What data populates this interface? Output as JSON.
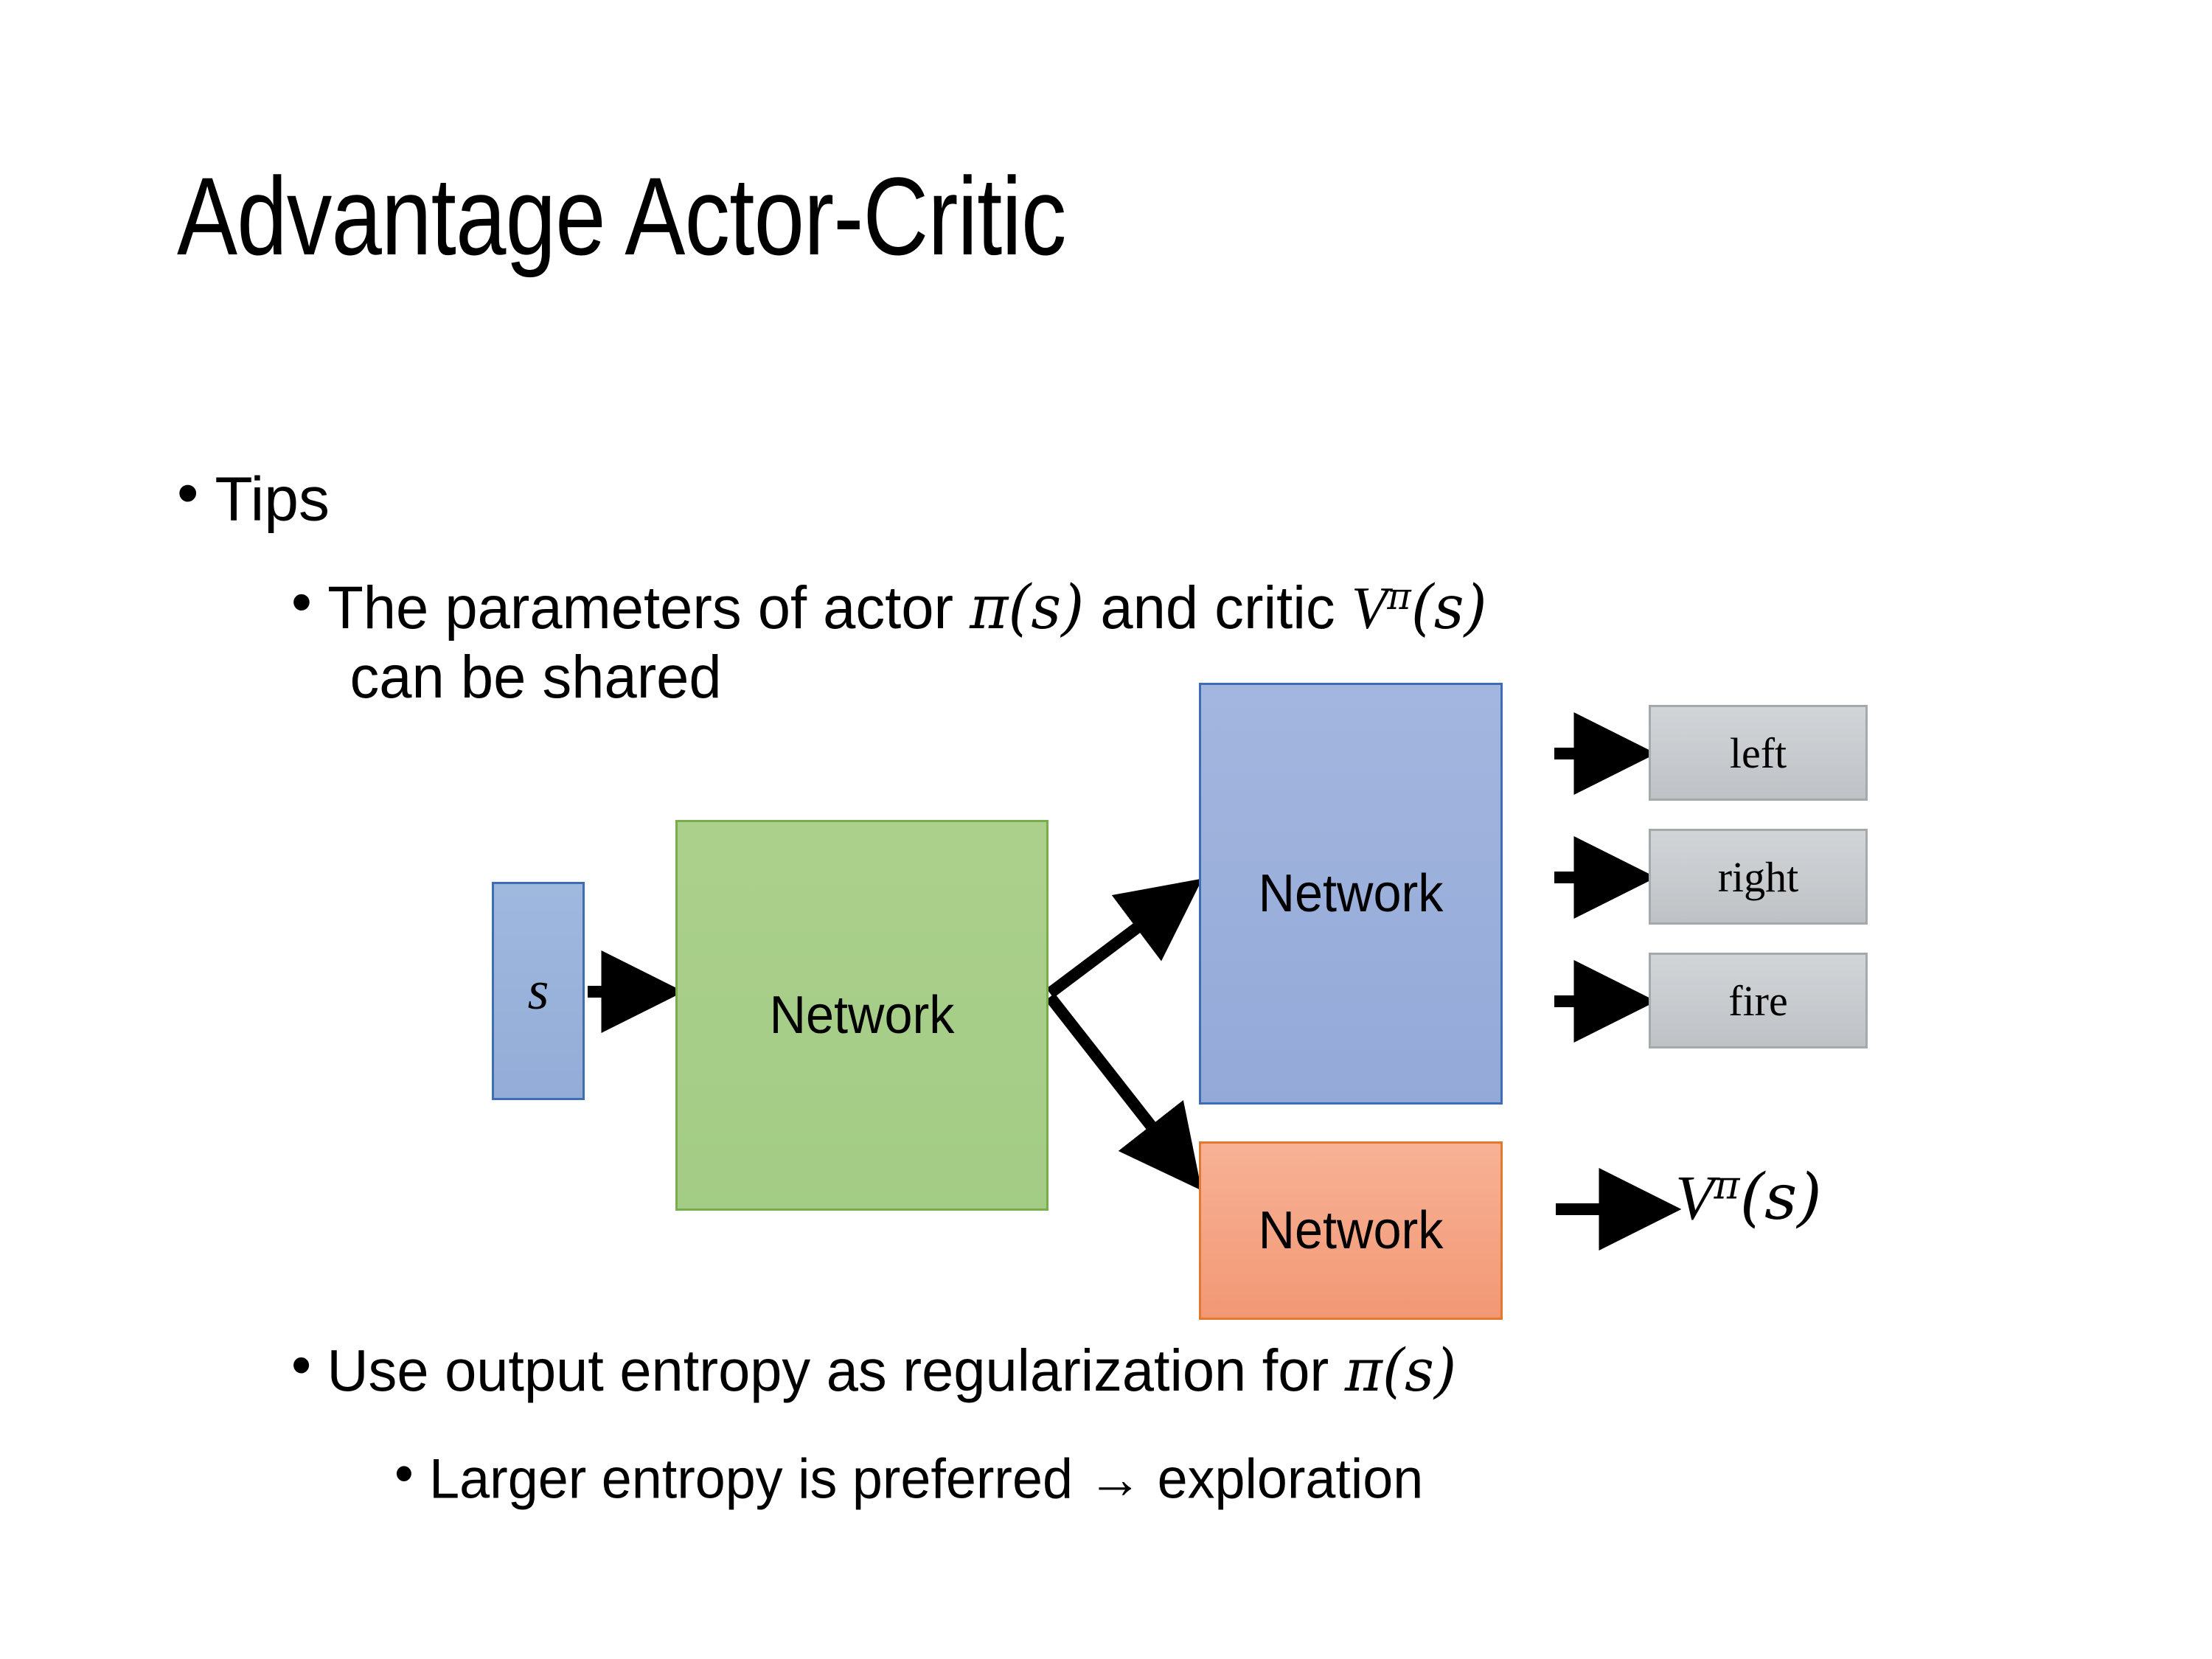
{
  "slide": {
    "title": "Advantage Actor-Critic",
    "background": "#ffffff"
  },
  "bullets": [
    {
      "level": 1,
      "marker": "•",
      "text": "Tips"
    },
    {
      "level": 2,
      "marker": "•",
      "line1_prefix": "The parameters of actor ",
      "math_actor": "π(s)",
      "line1_middle": "  and critic ",
      "math_critic_base": "V",
      "math_critic_sup": "π",
      "math_critic_arg": "(s)",
      "line2": "can be shared"
    },
    {
      "level": 2,
      "marker": "•",
      "text_prefix": "Use output entropy as regularization for ",
      "math": "π(s)"
    },
    {
      "level": 3,
      "marker": "•",
      "text": "Larger entropy is preferred → exploration"
    }
  ],
  "diagram": {
    "input_node": {
      "label": "s",
      "fill": "#97AFD9",
      "stroke": "#3F6DB4"
    },
    "shared_node": {
      "label": "Network",
      "fill": "#A6CE88",
      "stroke": "#77AD4C"
    },
    "actor_node": {
      "label": "Network",
      "fill": "#9AAEDA",
      "stroke": "#3F6DB4"
    },
    "critic_node": {
      "label": "Network",
      "fill": "#F4A384",
      "stroke": "#E2792F"
    },
    "actions": [
      {
        "label": "left",
        "fill": "#C8CBCE",
        "stroke": "#A5A9AC"
      },
      {
        "label": "right",
        "fill": "#C8CBCE",
        "stroke": "#A5A9AC"
      },
      {
        "label": "fire",
        "fill": "#C8CBCE",
        "stroke": "#A5A9AC"
      }
    ],
    "critic_output": {
      "base": "V",
      "superscript": "π",
      "argument": "(s)"
    },
    "arrow_color": "#000000"
  }
}
